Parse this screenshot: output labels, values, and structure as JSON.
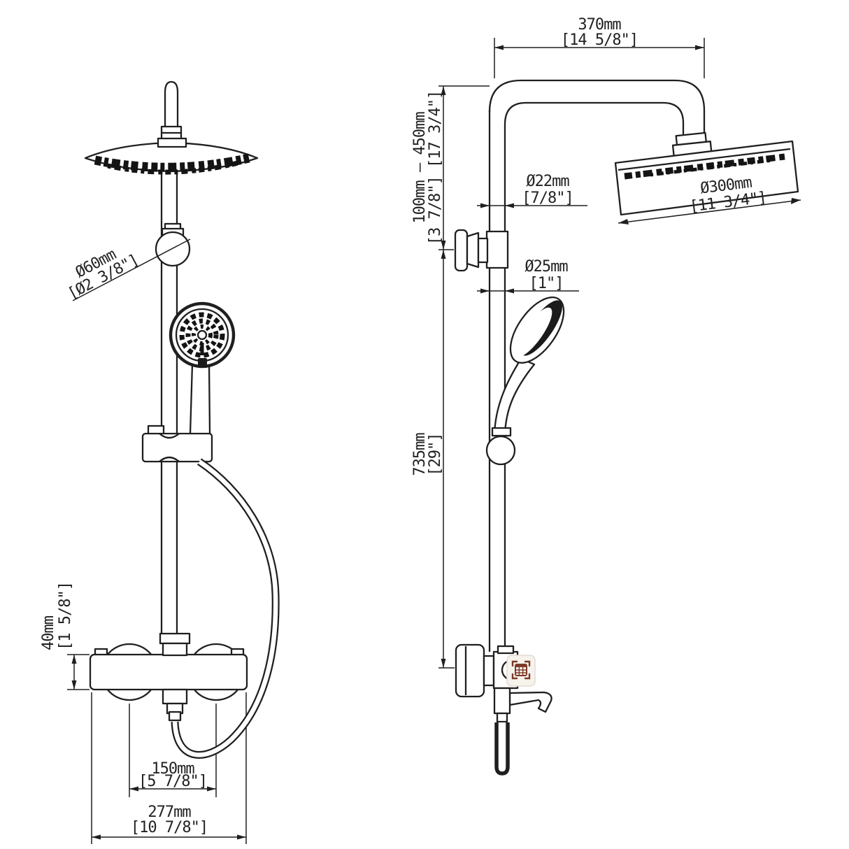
{
  "page": {
    "background": "#ffffff",
    "line_color": "#1f1f1f",
    "accent_icon_color": "#7c3a28",
    "description": "Technical dimension drawing of thermostatic shower column, front and side elevations"
  },
  "front_view": {
    "dims": {
      "bracket_diameter": {
        "value": "Ø60mm",
        "imperial": "[Ø2 3/8\"]"
      },
      "valve_body_height": {
        "value": "40mm",
        "imperial": "[1 5/8\"]"
      },
      "handle_spacing": {
        "value": "150mm",
        "imperial": "[5 7/8\"]"
      },
      "valve_overall_width": {
        "value": "277mm",
        "imperial": "[10 7/8\"]"
      }
    }
  },
  "side_view": {
    "dims": {
      "arm_projection": {
        "value": "370mm",
        "imperial": "[14 5/8\"]"
      },
      "height_adjust_range": {
        "value": "100mm — 450mm",
        "imperial": "[3 7/8\"] [17 3/4\"]"
      },
      "upper_pipe_diameter": {
        "value": "Ø22mm",
        "imperial": "[7/8\"]"
      },
      "lower_pipe_diameter": {
        "value": "Ø25mm",
        "imperial": "[1\"]"
      },
      "slide_bar_length": {
        "value": "735mm",
        "imperial": "[29\"]"
      },
      "shower_head_diameter": {
        "value": "Ø300mm",
        "imperial": "[11 3/4\"]"
      }
    }
  },
  "icons": {
    "lens_scan": "scan-grid-icon"
  }
}
